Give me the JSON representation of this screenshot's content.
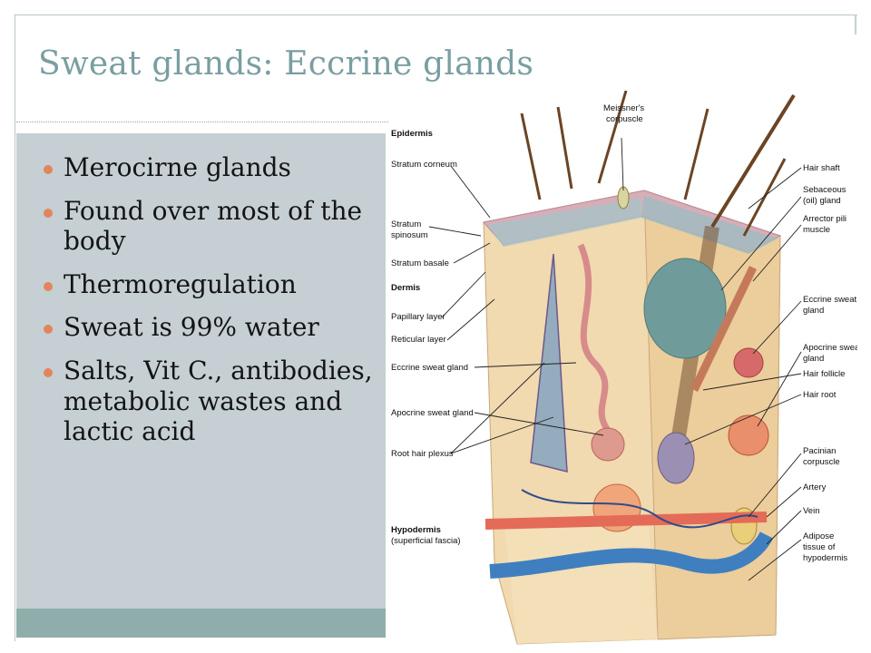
{
  "slide": {
    "title": "Sweat glands: Eccrine glands",
    "bullets": [
      "Merocirne glands",
      "Found over most of the body",
      "Thermoregulation",
      "Sweat is 99% water",
      "Salts, Vit C., antibodies, metabolic wastes and lactic acid"
    ]
  },
  "diagram": {
    "labels_left": {
      "epidermis": "Epidermis",
      "stratum_corneum": "Stratum corneum",
      "stratum_spinosum_1": "Stratum",
      "stratum_spinosum_2": "spinosum",
      "stratum_basale": "Stratum basale",
      "dermis": "Dermis",
      "papillary_layer": "Papillary layer",
      "reticular_layer": "Reticular layer",
      "eccrine_sweat_gland": "Eccrine sweat gland",
      "apocrine_sweat_gland": "Apocrine sweat gland",
      "root_hair_plexus": "Root hair plexus",
      "hypodermis": "Hypodermis",
      "superficial_fascia": "(superficial fascia)"
    },
    "labels_top": {
      "meissners_1": "Meissner's",
      "meissners_2": "corpuscle"
    },
    "labels_right": {
      "hair_shaft": "Hair shaft",
      "sebaceous_1": "Sebaceous",
      "sebaceous_2": "(oil) gland",
      "arrector_1": "Arrector pili",
      "arrector_2": "muscle",
      "eccrine_1": "Eccrine sweat",
      "eccrine_2": "gland",
      "apocrine_1": "Apocrine sweat",
      "apocrine_2": "gland",
      "hair_follicle": "Hair follicle",
      "hair_root": "Hair root",
      "pacinian_1": "Pacinian",
      "pacinian_2": "corpuscle",
      "artery": "Artery",
      "vein": "Vein",
      "adipose_1": "Adipose",
      "adipose_2": "tissue of",
      "adipose_3": "hypodermis"
    }
  },
  "colors": {
    "title": "#7a9ea1",
    "panel": "#c5cfd4",
    "footer_bar": "#8fadaa",
    "bullet_dot": "#e2855d"
  }
}
